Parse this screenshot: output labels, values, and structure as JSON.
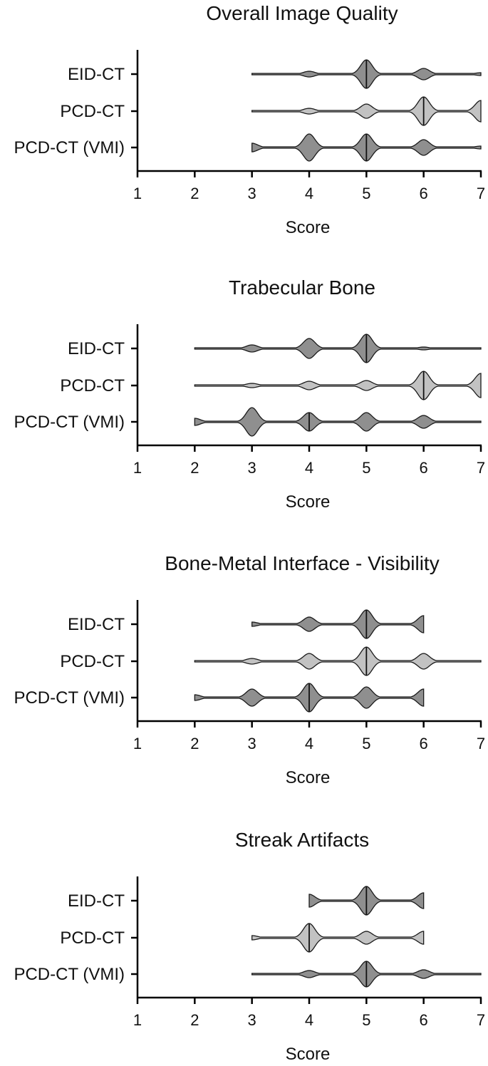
{
  "chart_data": [
    {
      "type": "violin",
      "title": "Overall Image Quality",
      "xlabel": "Score",
      "ylabel": "",
      "xlim": [
        1,
        7
      ],
      "xticks": [
        "1",
        "2",
        "3",
        "4",
        "5",
        "6",
        "7"
      ],
      "categories": [
        "EID-CT",
        "PCD-CT",
        "PCD-CT (VMI)"
      ],
      "series": [
        {
          "density": {
            "3": 0.0,
            "4": 0.2,
            "5": 1.0,
            "6": 0.4,
            "7": 0.1
          },
          "median": 5,
          "color": "#8f8f8f"
        },
        {
          "density": {
            "3": 0.0,
            "4": 0.2,
            "5": 0.5,
            "6": 1.0,
            "7": 0.75
          },
          "median": 6,
          "color": "#c2c2c2"
        },
        {
          "density": {
            "3": 0.3,
            "4": 0.95,
            "5": 0.95,
            "6": 0.55,
            "7": 0.1
          },
          "median": 5,
          "color": "#8f8f8f"
        }
      ]
    },
    {
      "type": "violin",
      "title": "Trabecular Bone",
      "xlabel": "Score",
      "ylabel": "",
      "xlim": [
        1,
        7
      ],
      "xticks": [
        "1",
        "2",
        "3",
        "4",
        "5",
        "6",
        "7"
      ],
      "categories": [
        "EID-CT",
        "PCD-CT",
        "PCD-CT (VMI)"
      ],
      "series": [
        {
          "density": {
            "2": 0.05,
            "3": 0.25,
            "4": 0.7,
            "5": 1.0,
            "6": 0.1,
            "7": 0.05
          },
          "median": 5,
          "color": "#8f8f8f"
        },
        {
          "density": {
            "2": 0.05,
            "3": 0.15,
            "4": 0.3,
            "5": 0.35,
            "6": 1.0,
            "7": 0.85
          },
          "median": 6,
          "color": "#c2c2c2"
        },
        {
          "density": {
            "2": 0.25,
            "3": 1.0,
            "4": 0.65,
            "5": 0.65,
            "6": 0.45,
            "7": 0.05
          },
          "median": 4,
          "color": "#8f8f8f"
        }
      ]
    },
    {
      "type": "violin",
      "title": "Bone-Metal Interface - Visibility",
      "xlabel": "Score",
      "ylabel": "",
      "xlim": [
        1,
        7
      ],
      "xticks": [
        "1",
        "2",
        "3",
        "4",
        "5",
        "6",
        "7"
      ],
      "categories": [
        "EID-CT",
        "PCD-CT",
        "PCD-CT (VMI)"
      ],
      "series": [
        {
          "density": {
            "3": 0.15,
            "4": 0.5,
            "5": 1.0,
            "6": 0.6
          },
          "median": 5,
          "color": "#8f8f8f"
        },
        {
          "density": {
            "2": 0.02,
            "3": 0.2,
            "4": 0.55,
            "5": 1.0,
            "6": 0.55,
            "7": 0.05
          },
          "median": 5,
          "color": "#c2c2c2"
        },
        {
          "density": {
            "2": 0.2,
            "3": 0.6,
            "4": 1.0,
            "5": 0.75,
            "6": 0.6
          },
          "median": 4,
          "color": "#8f8f8f"
        }
      ]
    },
    {
      "type": "violin",
      "title": "Streak Artifacts",
      "xlabel": "Score",
      "ylabel": "",
      "xlim": [
        1,
        7
      ],
      "xticks": [
        "1",
        "2",
        "3",
        "4",
        "5",
        "6",
        "7"
      ],
      "categories": [
        "EID-CT",
        "PCD-CT",
        "PCD-CT (VMI)"
      ],
      "series": [
        {
          "density": {
            "4": 0.45,
            "5": 1.0,
            "6": 0.55
          },
          "median": 5,
          "color": "#8f8f8f"
        },
        {
          "density": {
            "3": 0.15,
            "4": 1.0,
            "5": 0.45,
            "6": 0.45
          },
          "median": 4,
          "color": "#c2c2c2"
        },
        {
          "density": {
            "3": 0.0,
            "4": 0.25,
            "5": 0.9,
            "6": 0.3,
            "7": 0.05
          },
          "median": 5,
          "color": "#8f8f8f"
        }
      ]
    }
  ]
}
